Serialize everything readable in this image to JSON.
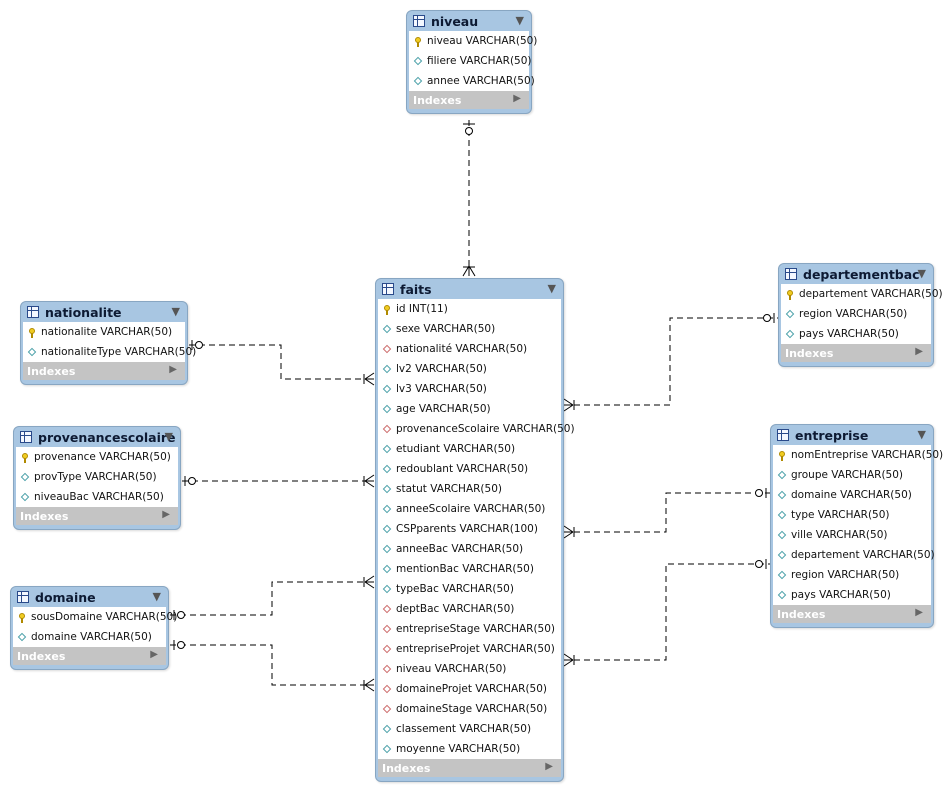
{
  "tables": {
    "niveau": {
      "name": "niveau",
      "columns": [
        {
          "label": "niveau VARCHAR(50)",
          "kind": "pk"
        },
        {
          "label": "filiere VARCHAR(50)",
          "kind": "attr"
        },
        {
          "label": "annee VARCHAR(50)",
          "kind": "attr"
        }
      ]
    },
    "faits": {
      "name": "faits",
      "columns": [
        {
          "label": "id INT(11)",
          "kind": "pk"
        },
        {
          "label": "sexe VARCHAR(50)",
          "kind": "attr"
        },
        {
          "label": "nationalité VARCHAR(50)",
          "kind": "fk"
        },
        {
          "label": "lv2 VARCHAR(50)",
          "kind": "attr"
        },
        {
          "label": "lv3 VARCHAR(50)",
          "kind": "attr"
        },
        {
          "label": "age VARCHAR(50)",
          "kind": "attr"
        },
        {
          "label": "provenanceScolaire VARCHAR(50)",
          "kind": "fk"
        },
        {
          "label": "etudiant VARCHAR(50)",
          "kind": "attr"
        },
        {
          "label": "redoublant VARCHAR(50)",
          "kind": "attr"
        },
        {
          "label": "statut VARCHAR(50)",
          "kind": "attr"
        },
        {
          "label": "anneeScolaire VARCHAR(50)",
          "kind": "attr"
        },
        {
          "label": "CSPparents VARCHAR(100)",
          "kind": "attr"
        },
        {
          "label": "anneeBac VARCHAR(50)",
          "kind": "attr"
        },
        {
          "label": "mentionBac VARCHAR(50)",
          "kind": "attr"
        },
        {
          "label": "typeBac VARCHAR(50)",
          "kind": "attr"
        },
        {
          "label": "deptBac VARCHAR(50)",
          "kind": "fk"
        },
        {
          "label": "entrepriseStage VARCHAR(50)",
          "kind": "fk"
        },
        {
          "label": "entrepriseProjet VARCHAR(50)",
          "kind": "fk"
        },
        {
          "label": "niveau VARCHAR(50)",
          "kind": "fk"
        },
        {
          "label": "domaineProjet VARCHAR(50)",
          "kind": "fk"
        },
        {
          "label": "domaineStage VARCHAR(50)",
          "kind": "fk"
        },
        {
          "label": "classement VARCHAR(50)",
          "kind": "attr"
        },
        {
          "label": "moyenne VARCHAR(50)",
          "kind": "attr"
        }
      ]
    },
    "nationalite": {
      "name": "nationalite",
      "columns": [
        {
          "label": "nationalite VARCHAR(50)",
          "kind": "pk"
        },
        {
          "label": "nationaliteType VARCHAR(50)",
          "kind": "attr"
        }
      ]
    },
    "provenancescolaire": {
      "name": "provenancescolaire",
      "columns": [
        {
          "label": "provenance VARCHAR(50)",
          "kind": "pk"
        },
        {
          "label": "provType VARCHAR(50)",
          "kind": "attr"
        },
        {
          "label": "niveauBac VARCHAR(50)",
          "kind": "attr"
        }
      ]
    },
    "domaine": {
      "name": "domaine",
      "columns": [
        {
          "label": "sousDomaine VARCHAR(50)",
          "kind": "pk"
        },
        {
          "label": "domaine VARCHAR(50)",
          "kind": "attr"
        }
      ]
    },
    "departementbac": {
      "name": "departementbac",
      "columns": [
        {
          "label": "departement VARCHAR(50)",
          "kind": "pk"
        },
        {
          "label": "region VARCHAR(50)",
          "kind": "attr"
        },
        {
          "label": "pays VARCHAR(50)",
          "kind": "attr"
        }
      ]
    },
    "entreprise": {
      "name": "entreprise",
      "columns": [
        {
          "label": "nomEntreprise VARCHAR(50)",
          "kind": "pk"
        },
        {
          "label": "groupe VARCHAR(50)",
          "kind": "attr"
        },
        {
          "label": "domaine VARCHAR(50)",
          "kind": "attr"
        },
        {
          "label": "type VARCHAR(50)",
          "kind": "attr"
        },
        {
          "label": "ville VARCHAR(50)",
          "kind": "attr"
        },
        {
          "label": "departement VARCHAR(50)",
          "kind": "attr"
        },
        {
          "label": "region VARCHAR(50)",
          "kind": "attr"
        },
        {
          "label": "pays VARCHAR(50)",
          "kind": "attr"
        }
      ]
    }
  },
  "indexes_label": "Indexes",
  "colors": {
    "header": "#a8c6e2",
    "connector": "#000000",
    "indexes_bar": "#c4c4c4"
  }
}
